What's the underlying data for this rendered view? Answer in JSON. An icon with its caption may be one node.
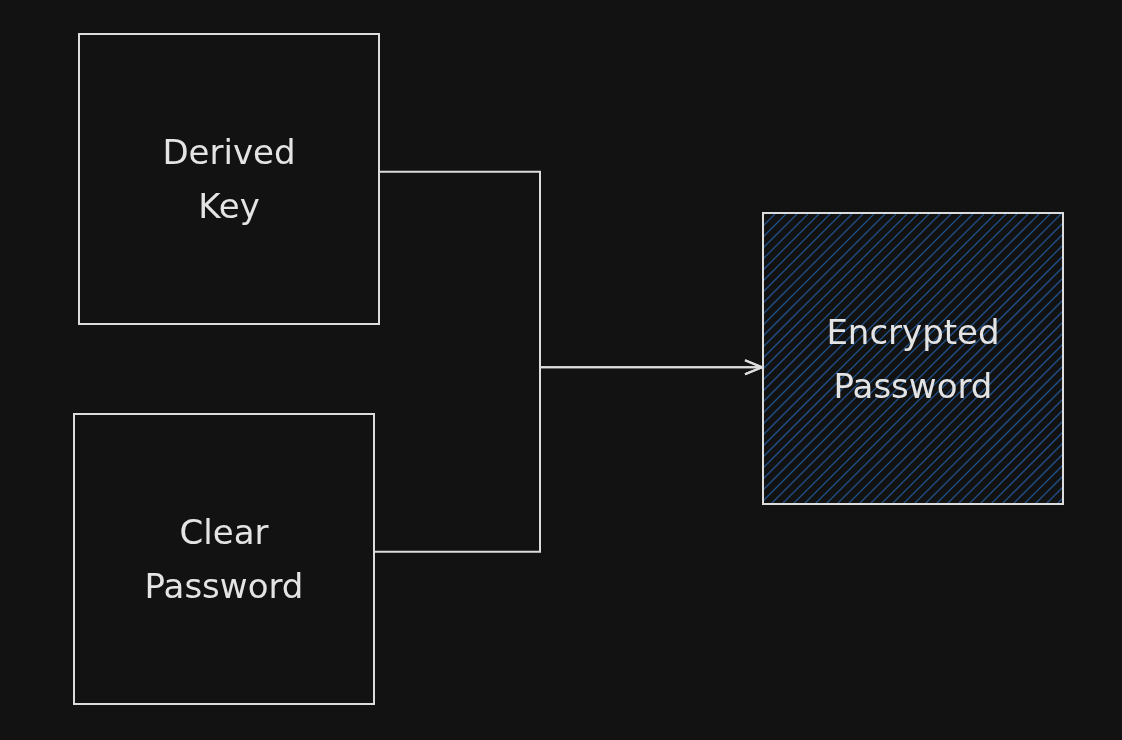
{
  "diagram": {
    "nodes": [
      {
        "text": [
          "Derived Key"
        ]
      },
      {
        "text": [
          "Clear Password"
        ]
      },
      {
        "text": [
          "Encrypted Password"
        ]
      }
    ],
    "edges": [
      {
        "from": 0,
        "to": 2,
        "arrow": "to"
      },
      {
        "from": 1,
        "to": 2,
        "arrow": "to"
      }
    ]
  }
}
